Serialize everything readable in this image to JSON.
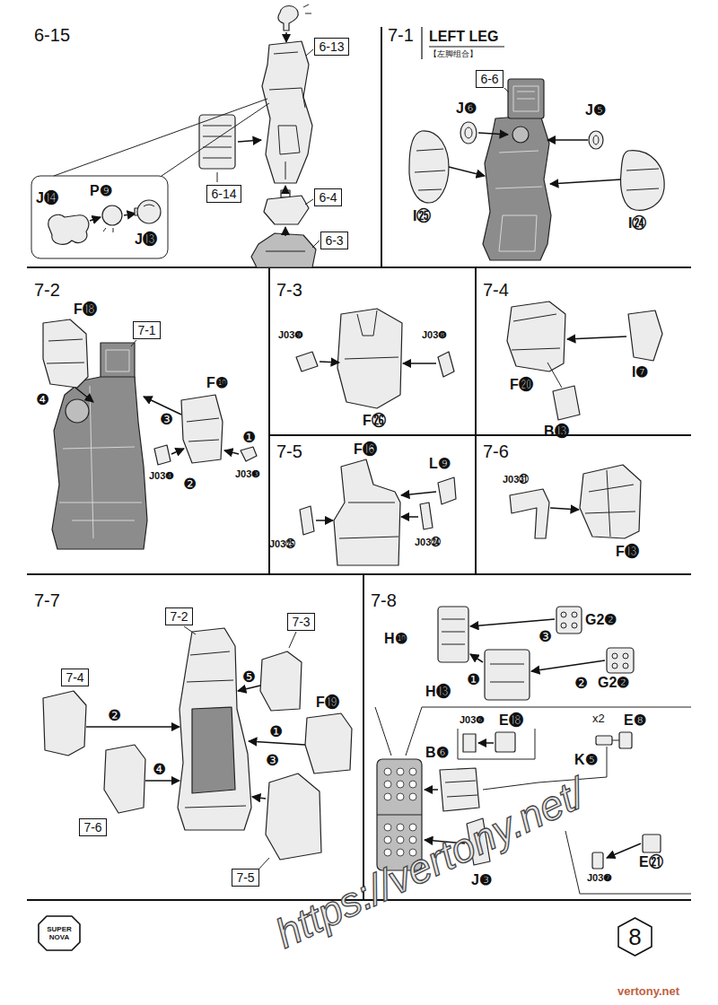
{
  "diagram": {
    "nodes": [
      {
        "text": [
          "6-13"
        ]
      },
      {
        "text": [
          "6-14"
        ]
      },
      {
        "text": [
          "6-4"
        ]
      },
      {
        "text": [
          "6-3"
        ]
      },
      {
        "text": [
          "6-6"
        ]
      },
      {
        "text": [
          "7-1"
        ]
      },
      {
        "text": [
          "7-2"
        ]
      },
      {
        "text": [
          "7-3"
        ]
      },
      {
        "text": [
          "7-4"
        ]
      },
      {
        "text": [
          "7-6"
        ]
      },
      {
        "text": [
          "7-5"
        ]
      },
      {
        "text": [
          "SUPER NOVA"
        ]
      },
      {
        "text": [
          "8"
        ]
      }
    ],
    "labels": [
      "6-15",
      "J⓮",
      "P❾",
      "J⓭",
      "7-1",
      "LEFT LEG",
      "【左脚组合】",
      "J❻",
      "J❺",
      "I㉕",
      "I㉔",
      "7-2",
      "F⓲",
      "❹",
      "❸",
      "F❿",
      "❶",
      "J03❹",
      "❷",
      "J03❸",
      "7-3",
      "J03❾",
      "J03❽",
      "F㉖",
      "7-4",
      "F⓴",
      "I❼",
      "B⓭",
      "7-5",
      "F⓰",
      "L❾",
      "J03㉕",
      "J03㉔",
      "7-6",
      "J03㉛",
      "F⓭",
      "7-7",
      "F⓳",
      "❺",
      "❶",
      "❷",
      "❹",
      "❸",
      "7-8",
      "G2❷",
      "❸",
      "H❿",
      "❶",
      "G2❷",
      "H⓭",
      "❷",
      "J03❻",
      "E⓲",
      "x2",
      "E❽",
      "B❻",
      "K❺",
      "J❸",
      "J03❼",
      "E㉑",
      "https://vertony.net/",
      "vertony.net"
    ]
  }
}
